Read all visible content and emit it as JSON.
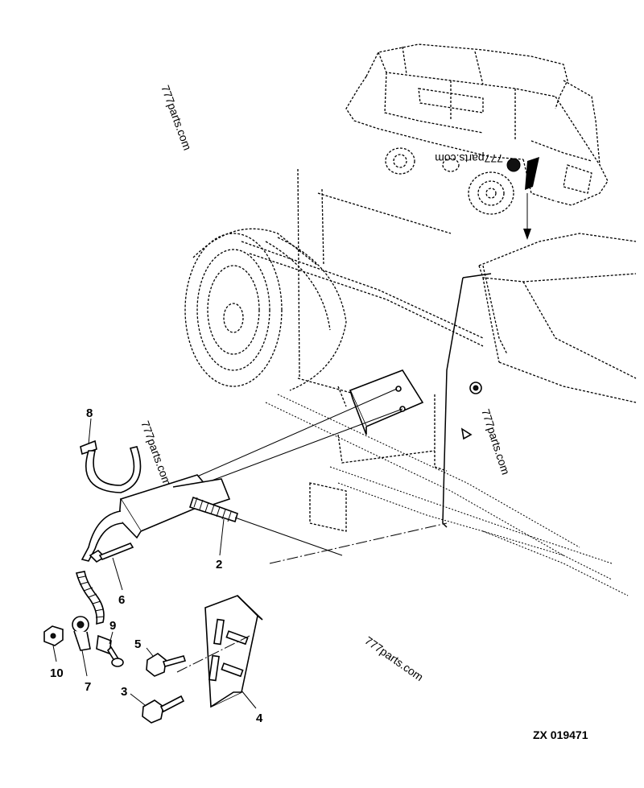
{
  "callouts": [
    "2",
    "3",
    "4",
    "5",
    "6",
    "7",
    "8",
    "9",
    "10"
  ],
  "watermarks": [
    "777parts.com",
    "777parts.com",
    "777parts.com",
    "777parts.com",
    "777parts.com"
  ],
  "drawing_code": "ZX 019471"
}
